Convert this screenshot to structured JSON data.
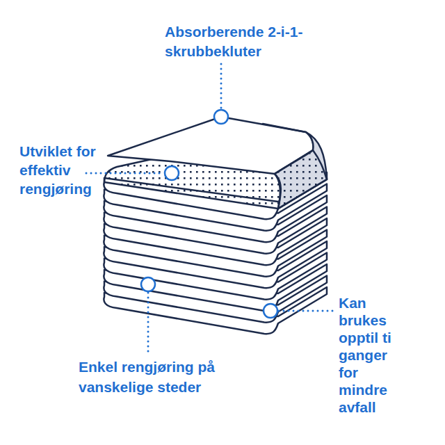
{
  "diagram": {
    "labels": [
      "Absorberende 2-i-1-skrubbekluter",
      "Utviklet for effektiv rengjøring",
      "Kan brukes opptil ti ganger for mindre avfall",
      "Enkel rengjøring på vanskelige steder"
    ]
  }
}
